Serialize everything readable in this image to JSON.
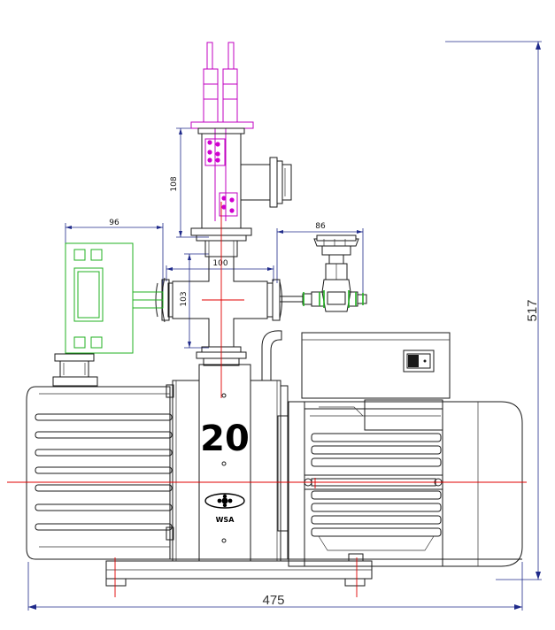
{
  "dimensions": {
    "overall_width": "475",
    "overall_height": "517",
    "gauge_width": "96",
    "valve_offset": "86",
    "cross_width": "100",
    "cross_height": "103",
    "column_height": "108"
  },
  "pump": {
    "model_number": "20",
    "brand": "WSA"
  },
  "colors": {
    "outline": "#1a1a1a",
    "dimension_lines": "#1f2a8a",
    "centerlines": "#e00000",
    "gauge_sensor": "#c000c0",
    "controller": "#20b020"
  }
}
